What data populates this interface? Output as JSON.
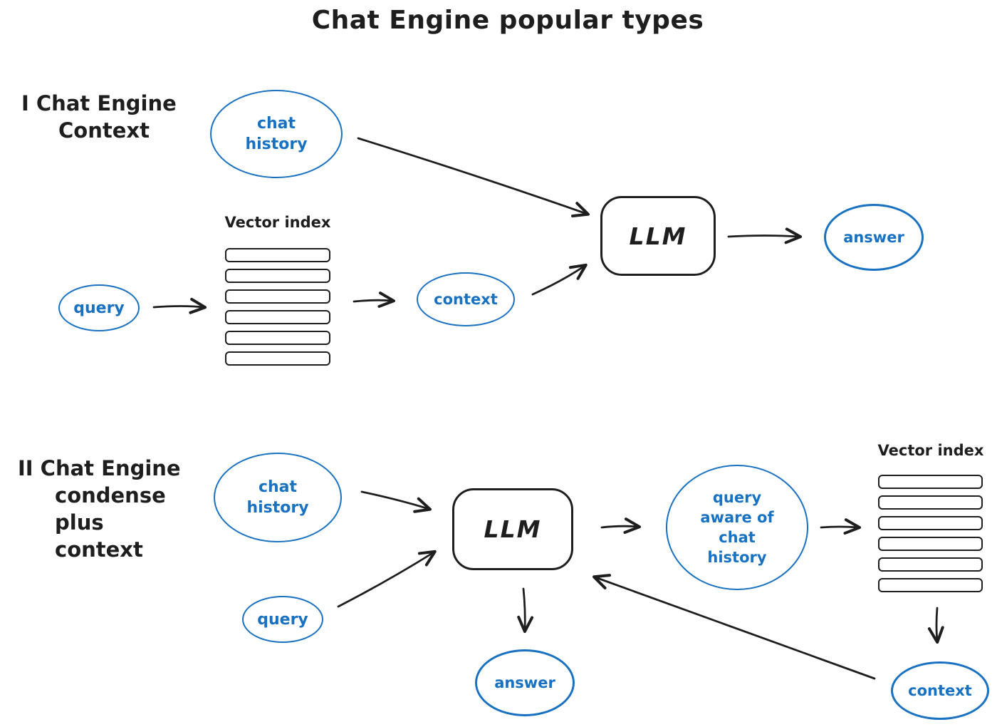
{
  "title": "Chat Engine popular types",
  "colors": {
    "ink": "#1e1e1e",
    "blue": "#1971c2",
    "canvas": "#ffffff"
  },
  "section1": {
    "heading": [
      "I Chat Engine",
      "Context"
    ],
    "chat_history": [
      "chat",
      "history"
    ],
    "vector_index_label": "Vector index",
    "vector_rows": 6,
    "query": "query",
    "context": "context",
    "llm": "LLM",
    "answer": "answer"
  },
  "section2": {
    "heading": [
      "II Chat Engine",
      "condense",
      "plus context"
    ],
    "chat_history": [
      "chat",
      "history"
    ],
    "query": "query",
    "llm": "LLM",
    "query_aware": [
      "query",
      "aware of",
      "chat",
      "history"
    ],
    "vector_index_label": "Vector index",
    "vector_rows": 6,
    "context": "context",
    "answer": "answer"
  }
}
